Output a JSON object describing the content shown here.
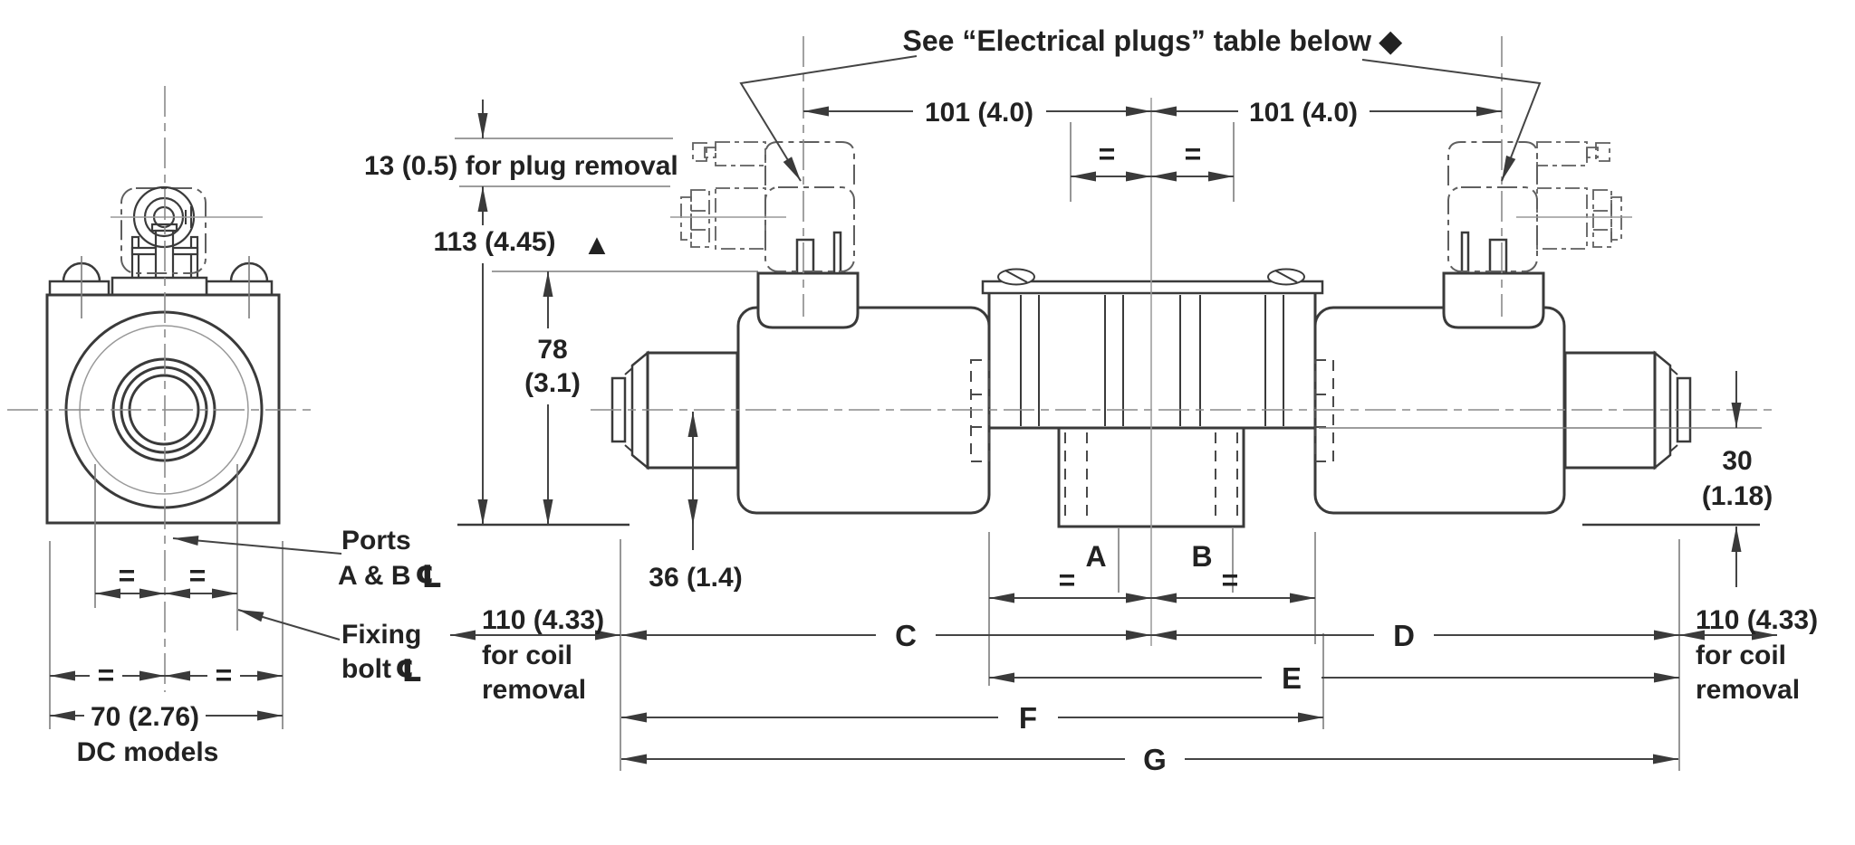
{
  "drawing": {
    "type": "technical-dimension-drawing",
    "subject": "solenoid-valve-front-and-side-views",
    "colors": {
      "line": "#3a3a3a",
      "thin_line": "#999999",
      "text": "#222222",
      "background": "#ffffff"
    },
    "labels": {
      "note": "See “Electrical plugs” table below ◆",
      "pitch_left": "101 (4.0)",
      "pitch_right": "101 (4.0)",
      "plug_removal": "13 (0.5) for plug removal",
      "h113": "113 (4.45)",
      "tri": "▲",
      "h78_mm": "78",
      "h78_in": "(3.1)",
      "h36": "36 (1.4)",
      "d30_mm": "30",
      "d30_in": "(1.18)",
      "coil_rem_l1": "110 (4.33)",
      "coil_rem_l2": "for coil",
      "coil_rem_l3": "removal",
      "coil_rem_r1": "110 (4.33)",
      "coil_rem_r2": "for coil",
      "coil_rem_r3": "removal",
      "w70": "70 (2.76)",
      "w70_note": "DC models",
      "ports1": "Ports",
      "ports2": "A & B",
      "cl1": "℄",
      "fix1": "Fixing",
      "fix2": "bolt",
      "cl2": "℄",
      "A": "A",
      "B": "B",
      "C": "C",
      "D": "D",
      "E": "E",
      "F": "F",
      "G": "G",
      "eq": "="
    }
  }
}
